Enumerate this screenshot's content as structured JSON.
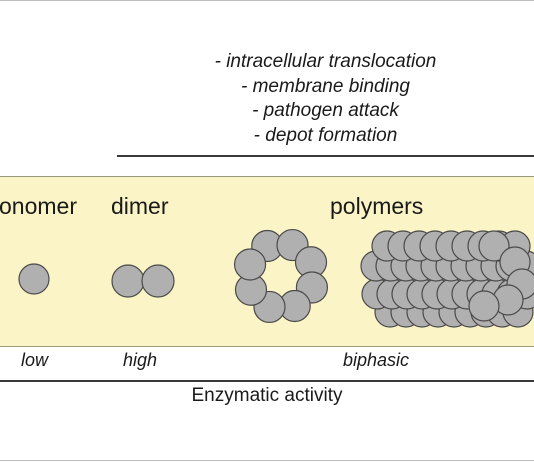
{
  "functions": [
    "- intracellular translocation",
    "- membrane binding",
    "- pathogen attack",
    "- depot formation"
  ],
  "stages": {
    "monomer": "onomer",
    "dimer": "dimer",
    "polymers": "polymers"
  },
  "activity": {
    "low": "low",
    "high": "high",
    "biphasic": "biphasic"
  },
  "axis_title": "Enzymatic activity",
  "colors": {
    "band_fill": "#fbf4c6",
    "subunit_fill": "#b0b0b0",
    "subunit_stroke": "#4a4a4a"
  }
}
